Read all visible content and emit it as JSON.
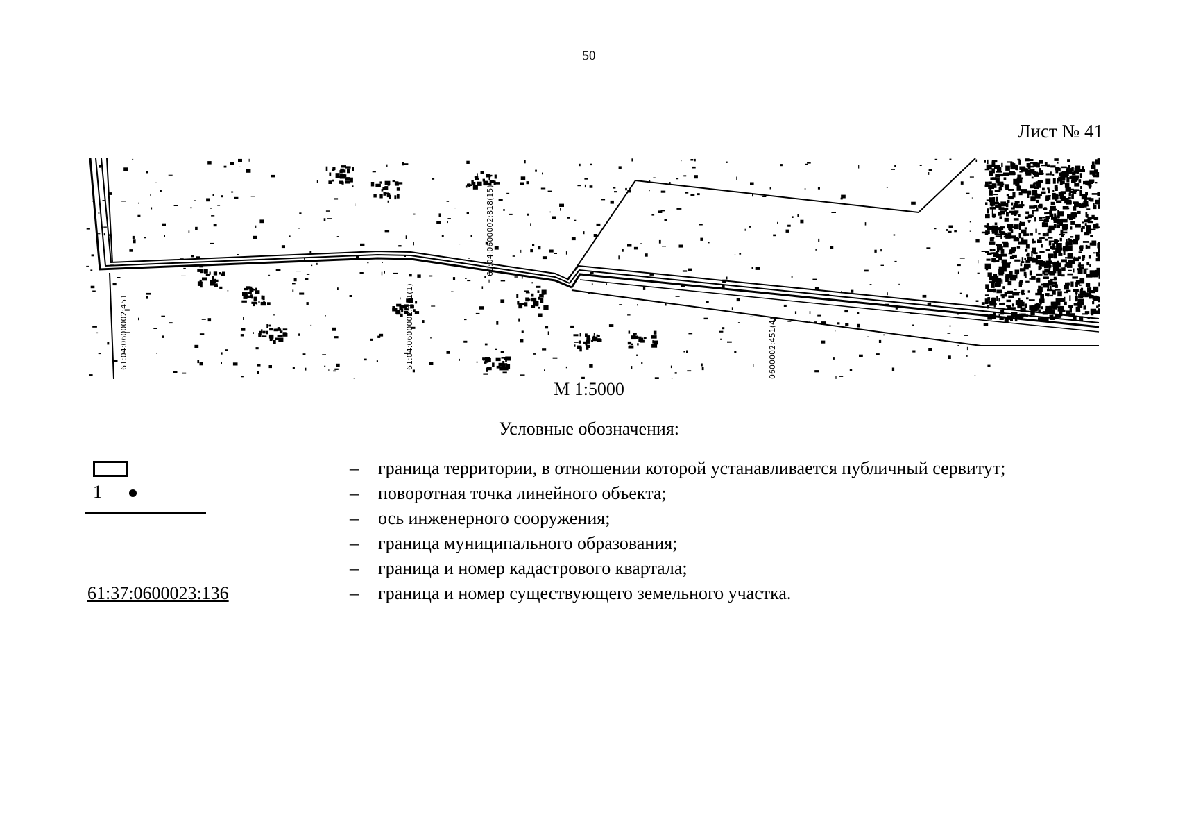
{
  "page": {
    "number": "50",
    "sheet": "Лист № 41"
  },
  "map": {
    "scale": "М 1:5000",
    "parcel_labels": [
      "61:04:0600002:451",
      "61:04:0600002:451(1)",
      "61:04:0600002:818(15)",
      "0600002:451(4)"
    ]
  },
  "legend": {
    "title": "Условные обозначения:",
    "items": [
      {
        "symbol": "servitude-boundary",
        "dash": "–",
        "text": "граница территории, в отношении которой устанавливается публичный сервитут;"
      },
      {
        "symbol": "turn-point",
        "point_number": "1",
        "dash": "–",
        "text": "поворотная точка линейного объекта;"
      },
      {
        "symbol": "axis-line",
        "dash": "–",
        "text": "ось инженерного сооружения;"
      },
      {
        "symbol": "municipal-boundary",
        "dash": "–",
        "text": "граница муниципального образования;"
      },
      {
        "symbol": "cadastral-quarter",
        "dash": "–",
        "text": "граница и номер кадастрового квартала;"
      },
      {
        "symbol": "land-parcel",
        "parcel_number": "61:37:0600023:136",
        "dash": "–",
        "text": "граница и номер существующего земельного участка."
      }
    ]
  }
}
